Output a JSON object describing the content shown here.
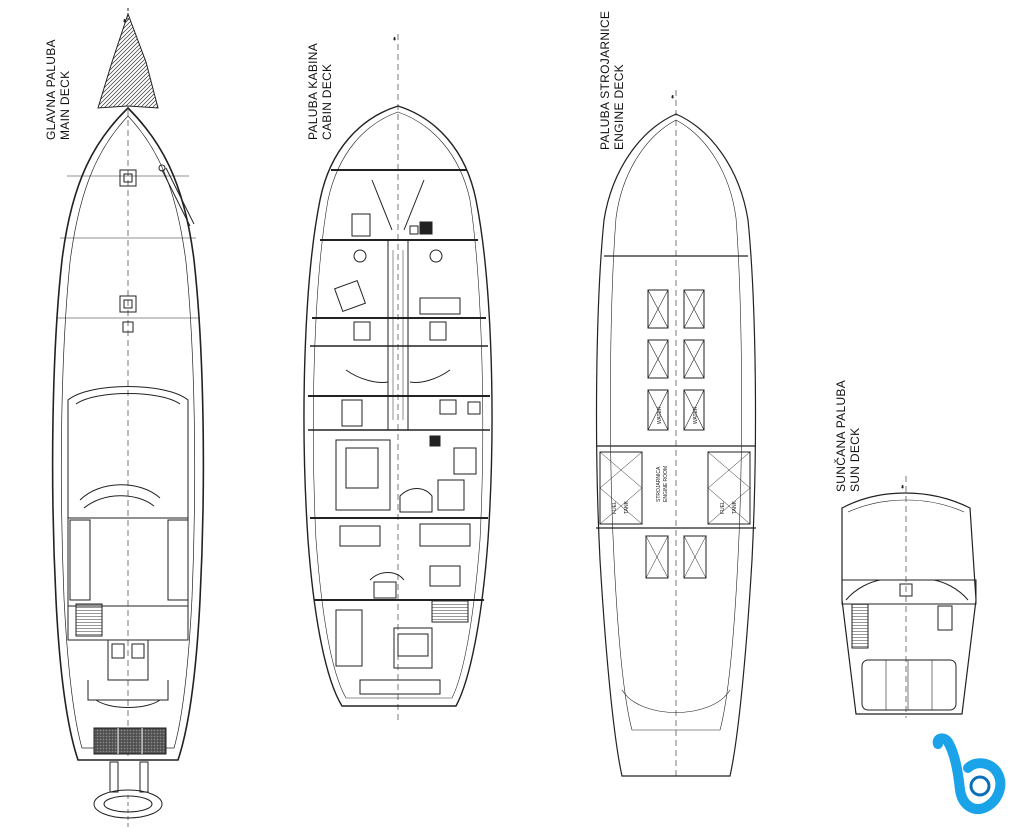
{
  "decks": {
    "main": {
      "line1": "GLAVNA PALUBA",
      "line2": "MAIN DECK"
    },
    "cabin": {
      "line1": "PALUBA KABINA",
      "line2": "CABIN DECK"
    },
    "engine": {
      "line1": "PALUBA STROJARNICE",
      "line2": "ENGINE DECK",
      "engine_room_line1": "STROJARNICA",
      "engine_room_line2": "ENGINE ROOM",
      "fuel_line1": "FUEL",
      "fuel_line2": "TANK",
      "water_label": "WATER"
    },
    "sun": {
      "line1": "SUNČANA PALUBA",
      "line2": "SUN DECK"
    }
  },
  "colors": {
    "line": "#222222",
    "logo": "#1aa3e8",
    "logo_dark": "#0b6fb8"
  },
  "logo": {
    "icon": "b-logo-icon"
  }
}
